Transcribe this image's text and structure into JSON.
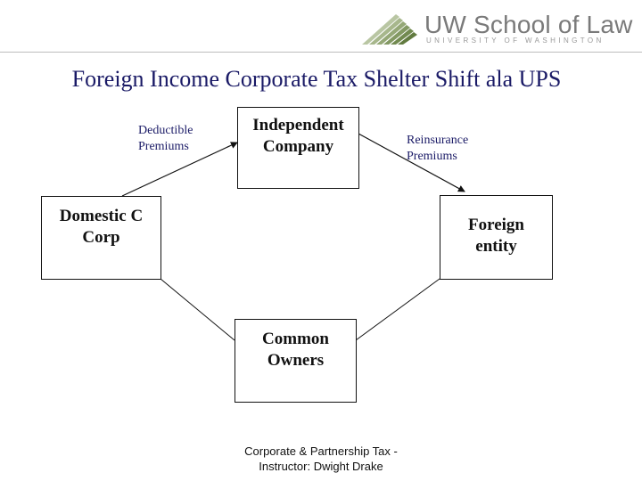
{
  "logo": {
    "name": "UW School of Law",
    "subtitle": "UNIVERSITY OF WASHINGTON"
  },
  "slide": {
    "title": "Foreign Income Corporate Tax Shelter Shift ala UPS"
  },
  "diagram": {
    "nodes": {
      "independent_company": [
        "Independent",
        "Company"
      ],
      "domestic_corp": [
        "Domestic C",
        "Corp"
      ],
      "foreign_entity": [
        "Foreign",
        "entity"
      ],
      "common_owners": [
        "Common",
        "Owners"
      ]
    },
    "edge_labels": {
      "deductible_premiums": [
        "Deductible",
        "Premiums"
      ],
      "reinsurance_premiums": [
        "Reinsurance",
        "Premiums"
      ]
    }
  },
  "footer": {
    "line1": "Corporate & Partnership Tax -",
    "line2": "Instructor: Dwight Drake"
  }
}
